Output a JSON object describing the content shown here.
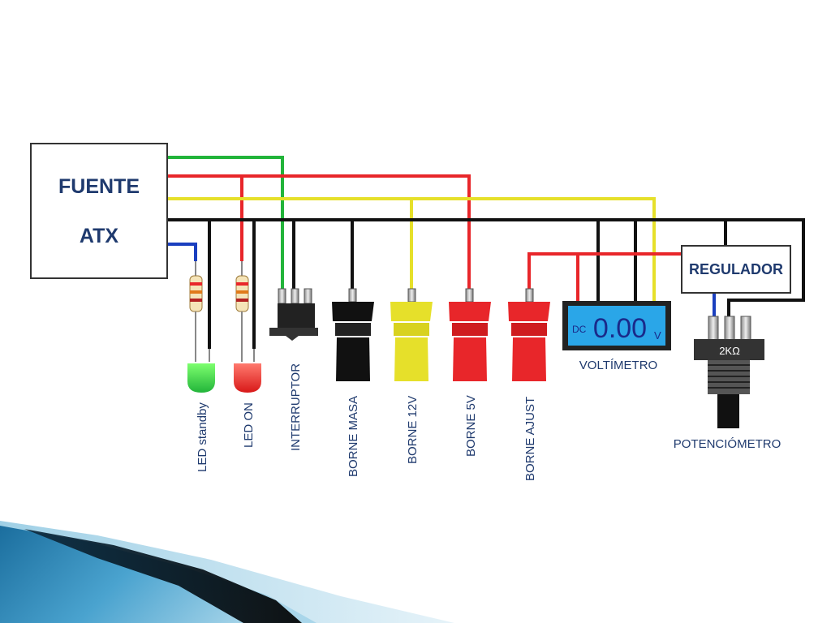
{
  "diagram": {
    "source": {
      "line1": "FUENTE",
      "line2": "ATX"
    },
    "regulator_label": "REGULADOR",
    "voltmeter": {
      "prefix": "DC",
      "reading": "0.00",
      "unit": "V",
      "label": "VOLTÍMETRO"
    },
    "potentiometer": {
      "value": "2KΩ",
      "label": "POTENCIÓMETRO"
    },
    "components": [
      {
        "label": "LED standby"
      },
      {
        "label": "LED ON"
      },
      {
        "label": "INTERRUPTOR"
      },
      {
        "label": "BORNE MASA"
      },
      {
        "label": "BORNE 12V"
      },
      {
        "label": "BORNE 5V"
      },
      {
        "label": "BORNE AJUST"
      }
    ],
    "colors": {
      "green": "#22b43a",
      "red": "#e8262a",
      "yellow": "#e6e02a",
      "black": "#111111",
      "blue": "#1a3fbf",
      "lcd": "#2aa6e8",
      "lcd_text": "#1a2a8a",
      "slide_blue": "#2b7fb3"
    }
  }
}
